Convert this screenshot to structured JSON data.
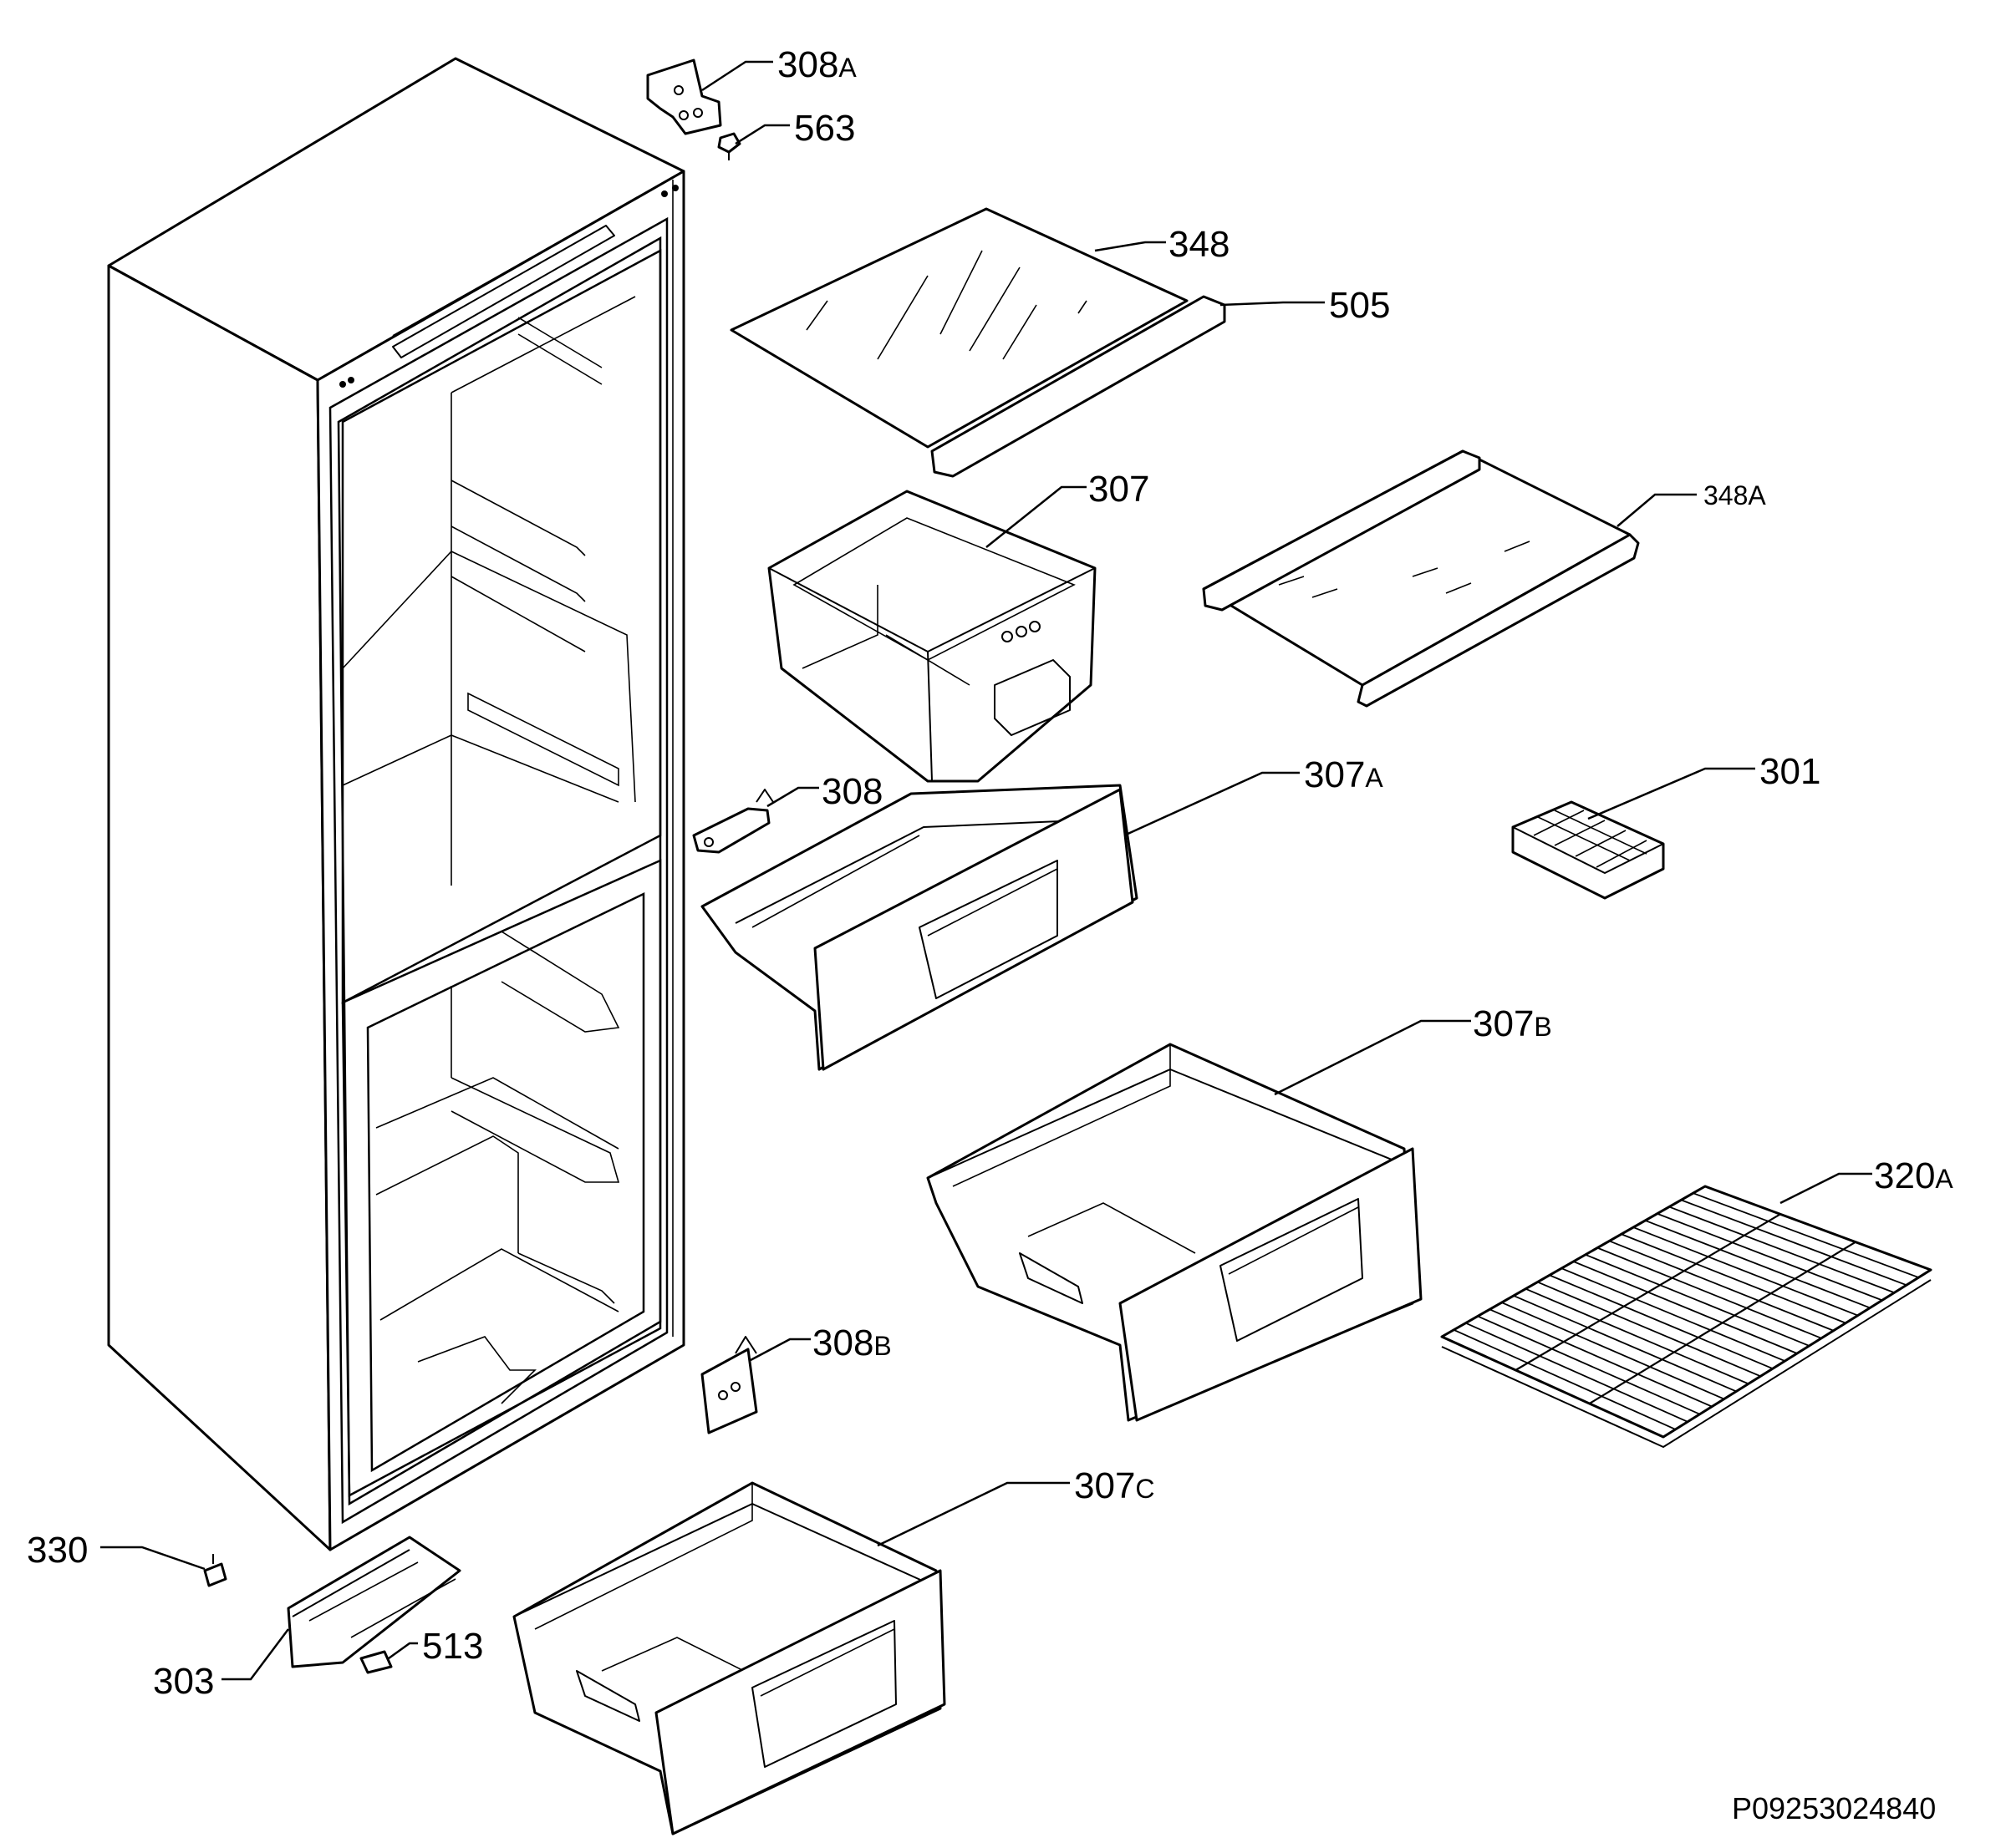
{
  "diagram_id": "P09253024840",
  "callouts": {
    "c308a": {
      "num": "308",
      "suffix": "A"
    },
    "c563": {
      "num": "563",
      "suffix": ""
    },
    "c348": {
      "num": "348",
      "suffix": ""
    },
    "c505": {
      "num": "505",
      "suffix": ""
    },
    "c307": {
      "num": "307",
      "suffix": ""
    },
    "c348a": {
      "num": "348",
      "suffix": "A"
    },
    "c308": {
      "num": "308",
      "suffix": ""
    },
    "c307a": {
      "num": "307",
      "suffix": "A"
    },
    "c301": {
      "num": "301",
      "suffix": ""
    },
    "c307b": {
      "num": "307",
      "suffix": "B"
    },
    "c320a": {
      "num": "320",
      "suffix": "A"
    },
    "c308b": {
      "num": "308",
      "suffix": "B"
    },
    "c307c": {
      "num": "307",
      "suffix": "C"
    },
    "c330": {
      "num": "330",
      "suffix": ""
    },
    "c513": {
      "num": "513",
      "suffix": ""
    },
    "c303": {
      "num": "303",
      "suffix": ""
    }
  }
}
